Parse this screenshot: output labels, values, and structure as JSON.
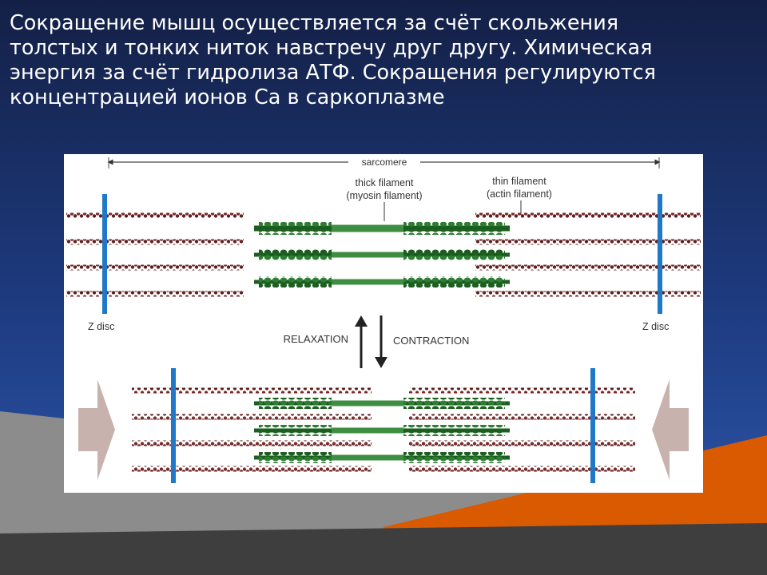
{
  "slide": {
    "title_lines": [
      "Сокращение мышц осуществляется за счёт скольжения",
      "толстых и тонких ниток навстречу друг другу. Химическая",
      "энергия за счёт гидролиза АТФ. Сокращения регулируются",
      "концентрацией ионов Ca в саркоплазме"
    ]
  },
  "diagram": {
    "sarcomere_label": "sarcomere",
    "thick_filament_label": "thick filament",
    "thick_filament_sub": "(myosin filament)",
    "thin_filament_label": "thin filament",
    "thin_filament_sub": "(actin filament)",
    "z_disc_left": "Z disc",
    "z_disc_right": "Z disc",
    "relaxation_label": "RELAXATION",
    "contraction_label": "CONTRACTION"
  },
  "colors": {
    "actin": "#7a2a2a",
    "myosin": "#2e7d32",
    "z_disc": "#1f78c8",
    "background_top": "#1a2a57",
    "orange_accent": "#d95a00"
  }
}
